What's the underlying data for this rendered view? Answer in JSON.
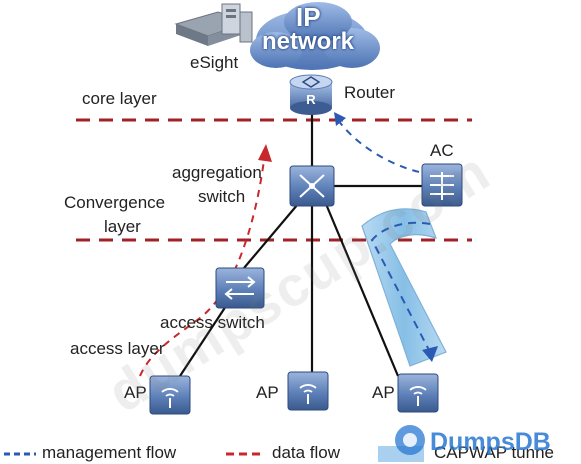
{
  "labels": {
    "ip": "IP",
    "network": "network",
    "esight": "eSight",
    "router": "Router",
    "core_layer": "core layer",
    "aggregation": "aggregation",
    "switch": "switch",
    "ac": "AC",
    "convergence": "Convergence",
    "layer": "layer",
    "access_switch": "access switch",
    "access_layer": "access layer",
    "ap1": "AP",
    "ap2": "AP",
    "ap3": "AP"
  },
  "legend": {
    "management_flow": "management flow",
    "data_flow": "data flow",
    "capwap_tunnel": "CAPWAP tunne"
  },
  "watermark": {
    "text": "dumpscup.com",
    "brand": "DumpsDB"
  },
  "colors": {
    "layer_line": "#a02226",
    "management_flow": "#2a5ab3",
    "data_flow": "#c8282c",
    "device_blue": "#4b6fa6",
    "cloud_blue": "#5c84c4",
    "tunnel_fill": "#9cc8e8"
  }
}
